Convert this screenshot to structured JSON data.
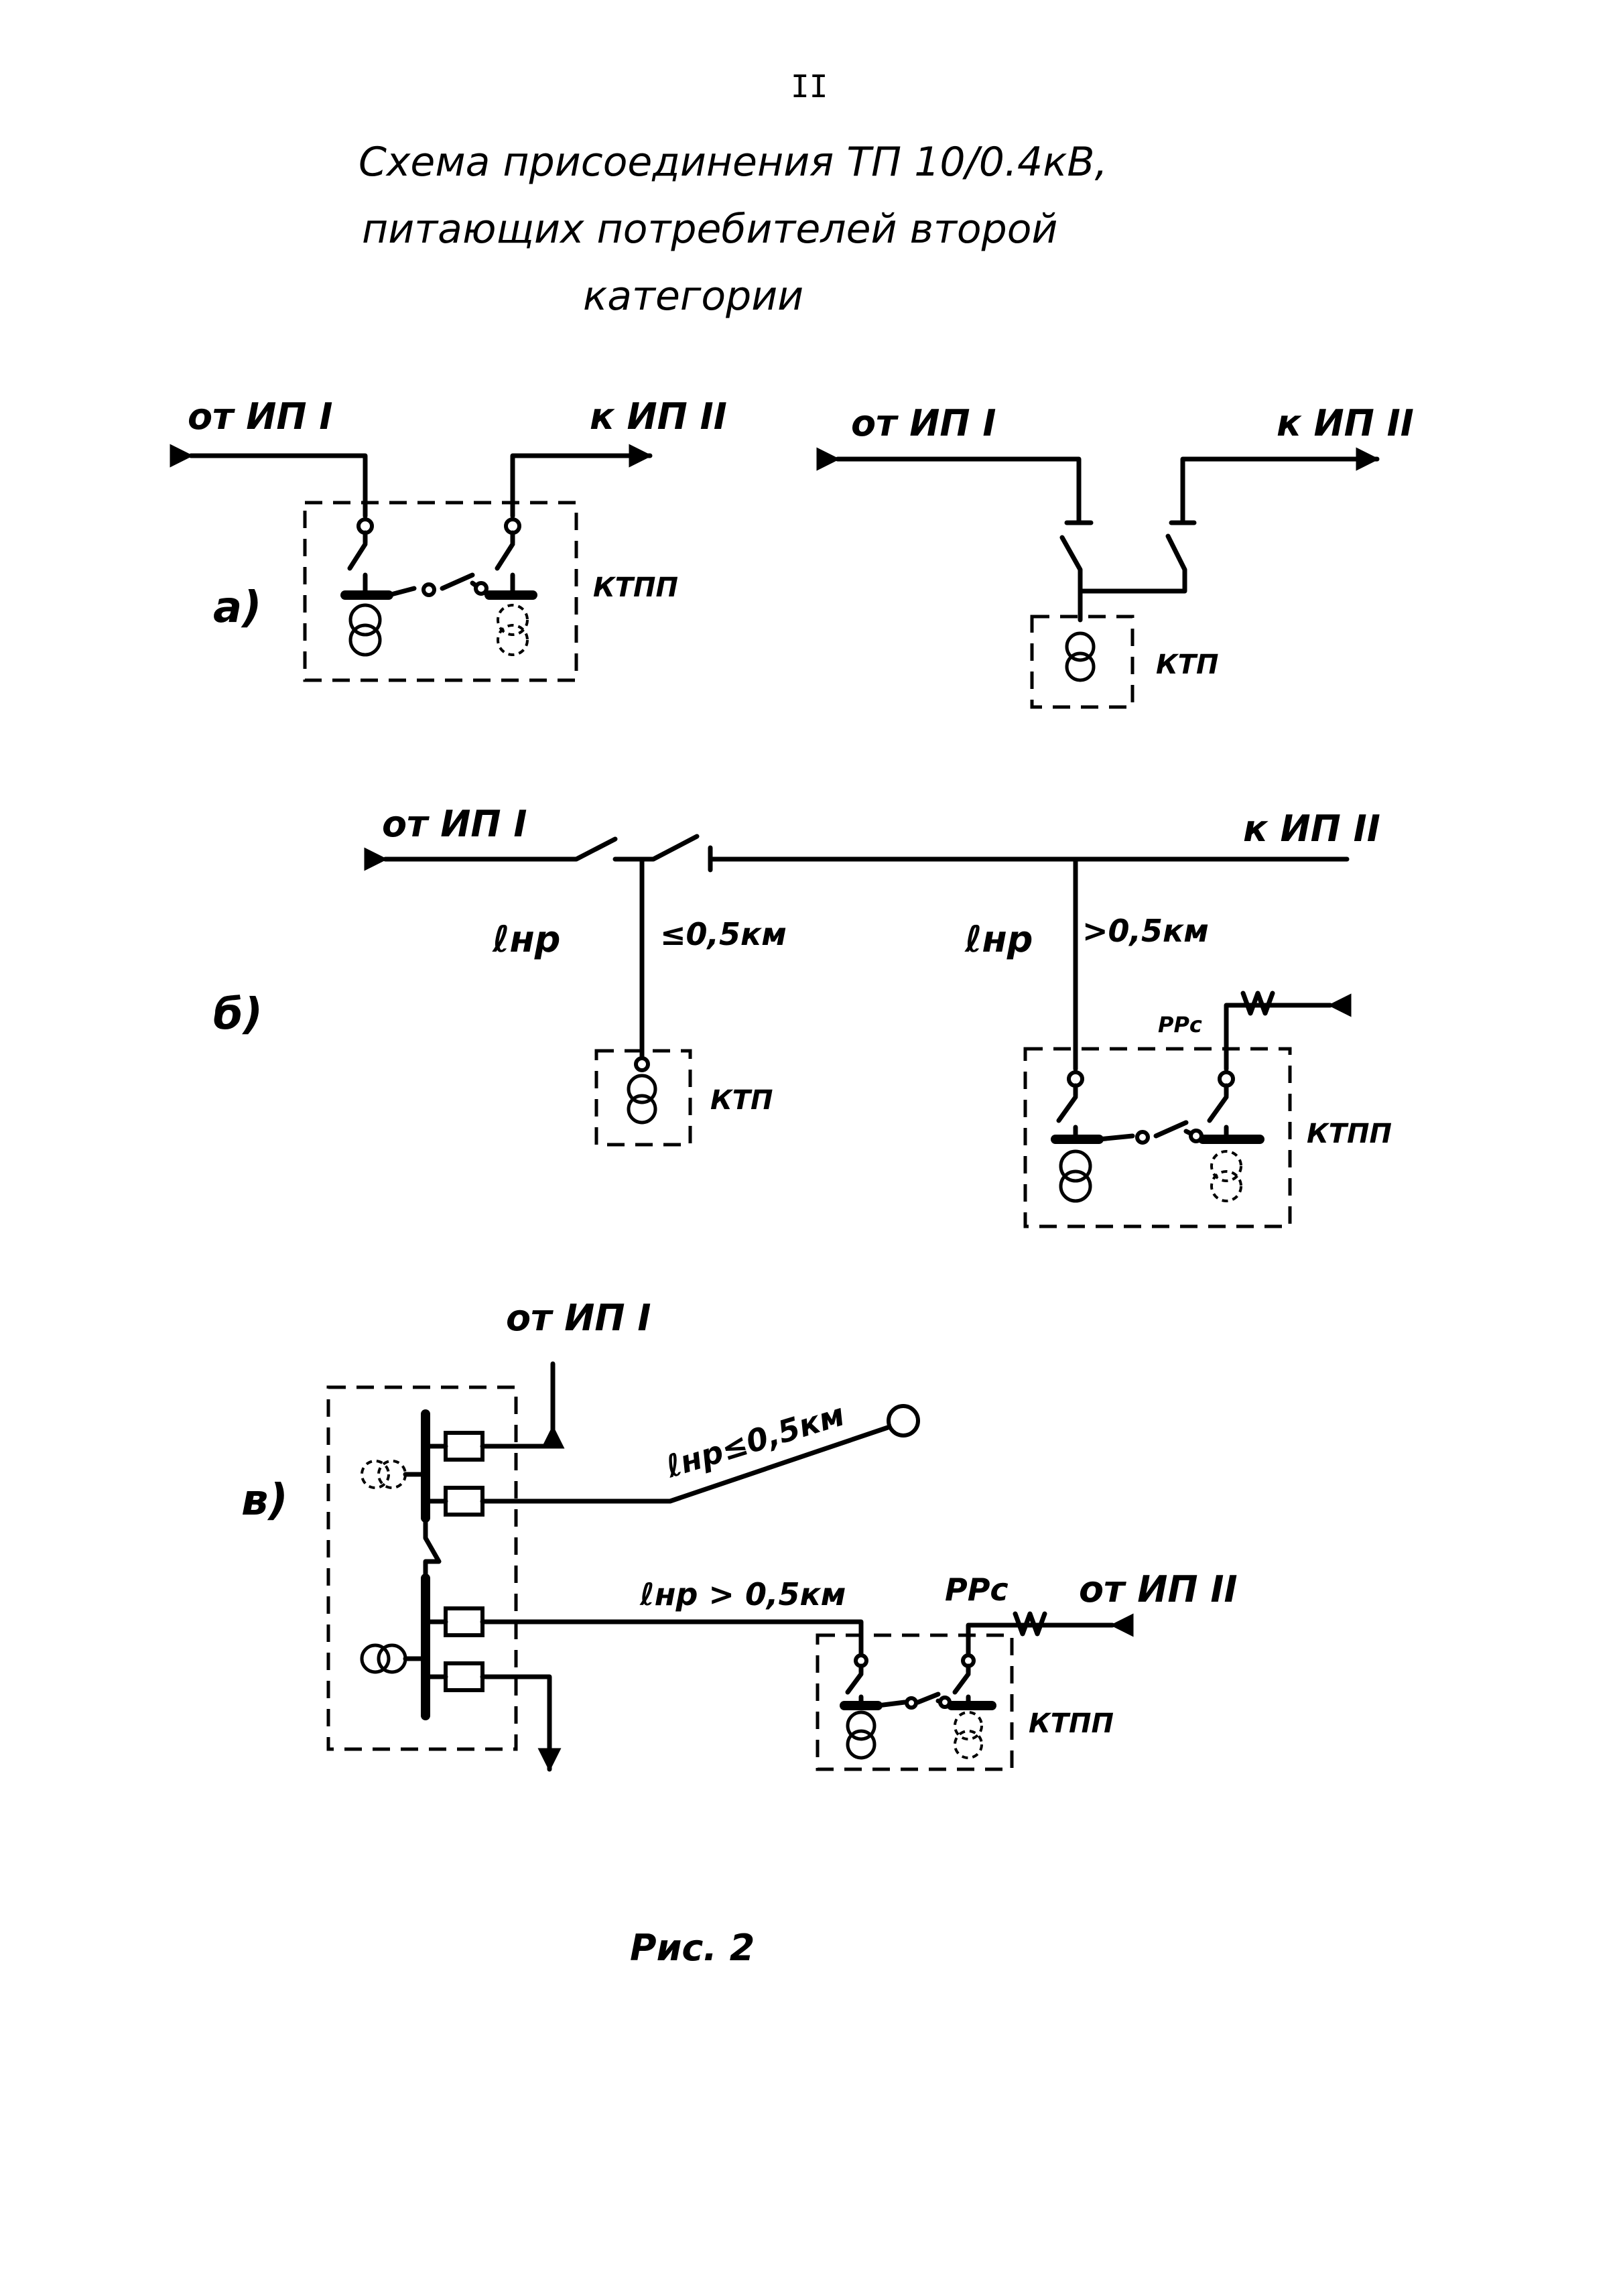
{
  "page_number": "II",
  "title": {
    "line1": "Схема присоединения ТП 10/0.4кВ,",
    "line2": "питающих потребителей второй",
    "line3": "категории"
  },
  "scheme_a": {
    "letter": "а)",
    "left": {
      "from": "от ИП I",
      "to": "к ИП II",
      "station": "КТПП"
    },
    "right": {
      "from": "от ИП I",
      "to": "к ИП II",
      "station": "КТП"
    }
  },
  "scheme_b": {
    "letter": "б)",
    "from": "от ИП I",
    "to": "к ИП II",
    "tap1_symbol": "ℓнр",
    "tap1_len": "≤0,5км",
    "tap1_station": "КТП",
    "tap2_symbol": "ℓнр",
    "tap2_len": ">0,5км",
    "tap2_station": "КТПП",
    "reserve": "РРс"
  },
  "scheme_v": {
    "letter": "в)",
    "from_top": "от ИП I",
    "line1_label": "ℓнр≤0,5км",
    "line2_label": "ℓнр > 0,5км",
    "reserve": "РРс",
    "from_right": "от ИП II",
    "station": "КТПП"
  },
  "caption": "Рис. 2"
}
